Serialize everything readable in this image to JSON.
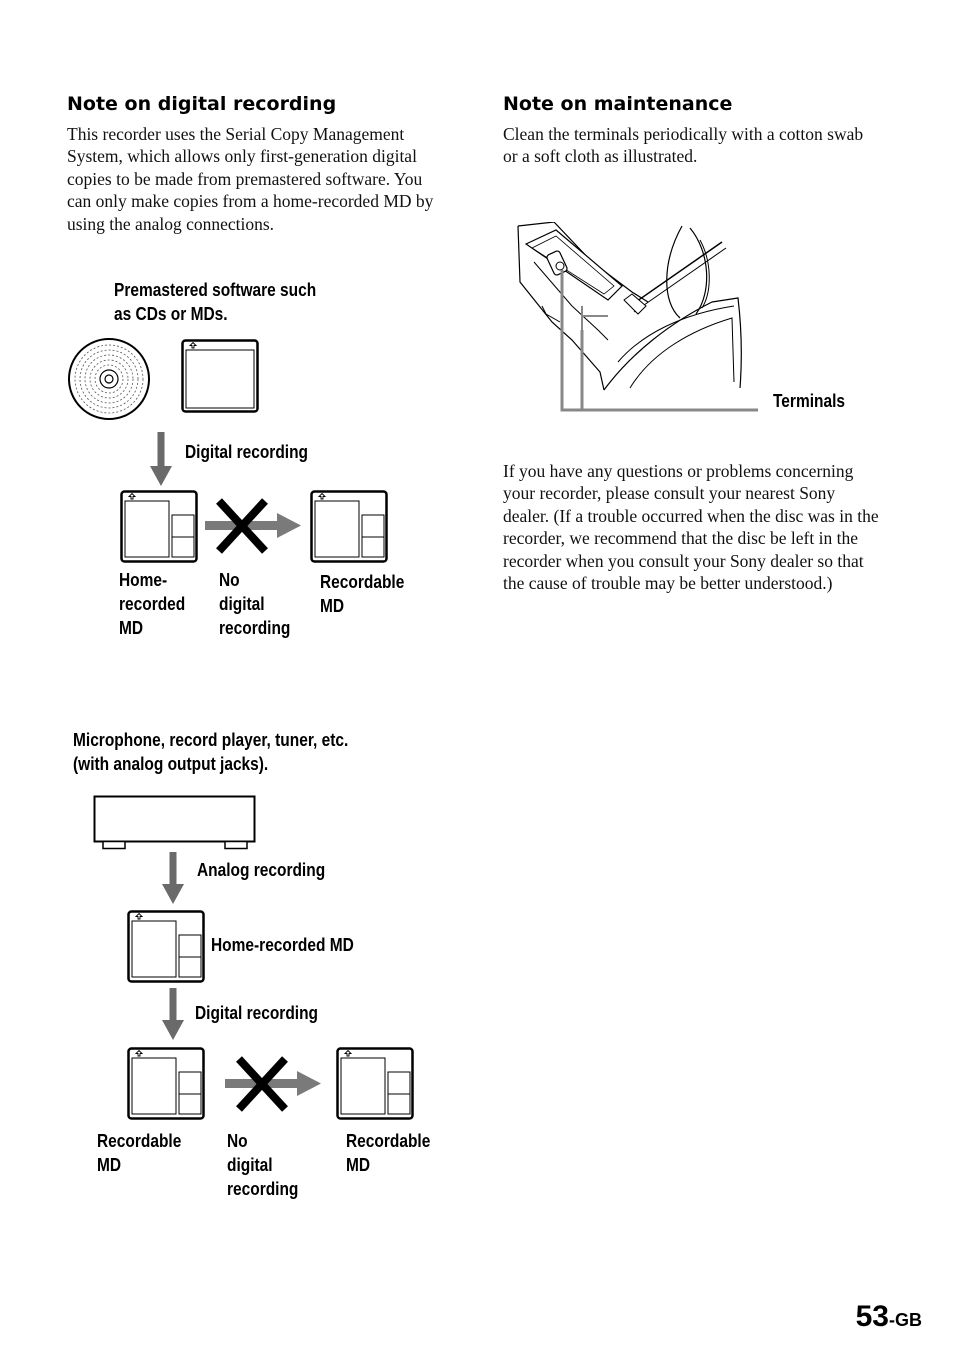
{
  "left_column": {
    "heading": "Note on digital recording",
    "body": "This recorder uses the Serial Copy Management System, which allows only first-generation digital copies to be made from premastered software. You can only make copies from a home-recorded MD by using the analog connections."
  },
  "diagram1": {
    "source_label": "Premastered software such\nas CDs or MDs.",
    "arrow_label": "Digital recording",
    "home_md_label": "Home-\nrecorded\nMD",
    "no_digital_label": "No\ndigital\nrecording",
    "recordable_label": "Recordable\nMD"
  },
  "diagram2": {
    "source_label": "Microphone, record player, tuner, etc.\n(with analog output jacks).",
    "analog_label": "Analog recording",
    "home_md_label": "Home-recorded MD",
    "digital_label": "Digital recording",
    "recordable_left_label": "Recordable\nMD",
    "no_digital_label": "No\ndigital\nrecording",
    "recordable_right_label": "Recordable\nMD"
  },
  "right_column": {
    "heading": "Note on maintenance",
    "body": "Clean the terminals periodically with a cotton swab or a soft cloth as illustrated.",
    "figure_label": "Terminals",
    "paragraph": "If you have any questions or problems concerning your recorder, please consult your nearest Sony dealer. (If a trouble occurred when the disc was in the recorder, we recommend that the disc be left in the recorder when you consult your Sony dealer so that the cause of trouble may be better understood.)"
  },
  "footer": {
    "page_number": "53",
    "suffix": "-GB"
  }
}
